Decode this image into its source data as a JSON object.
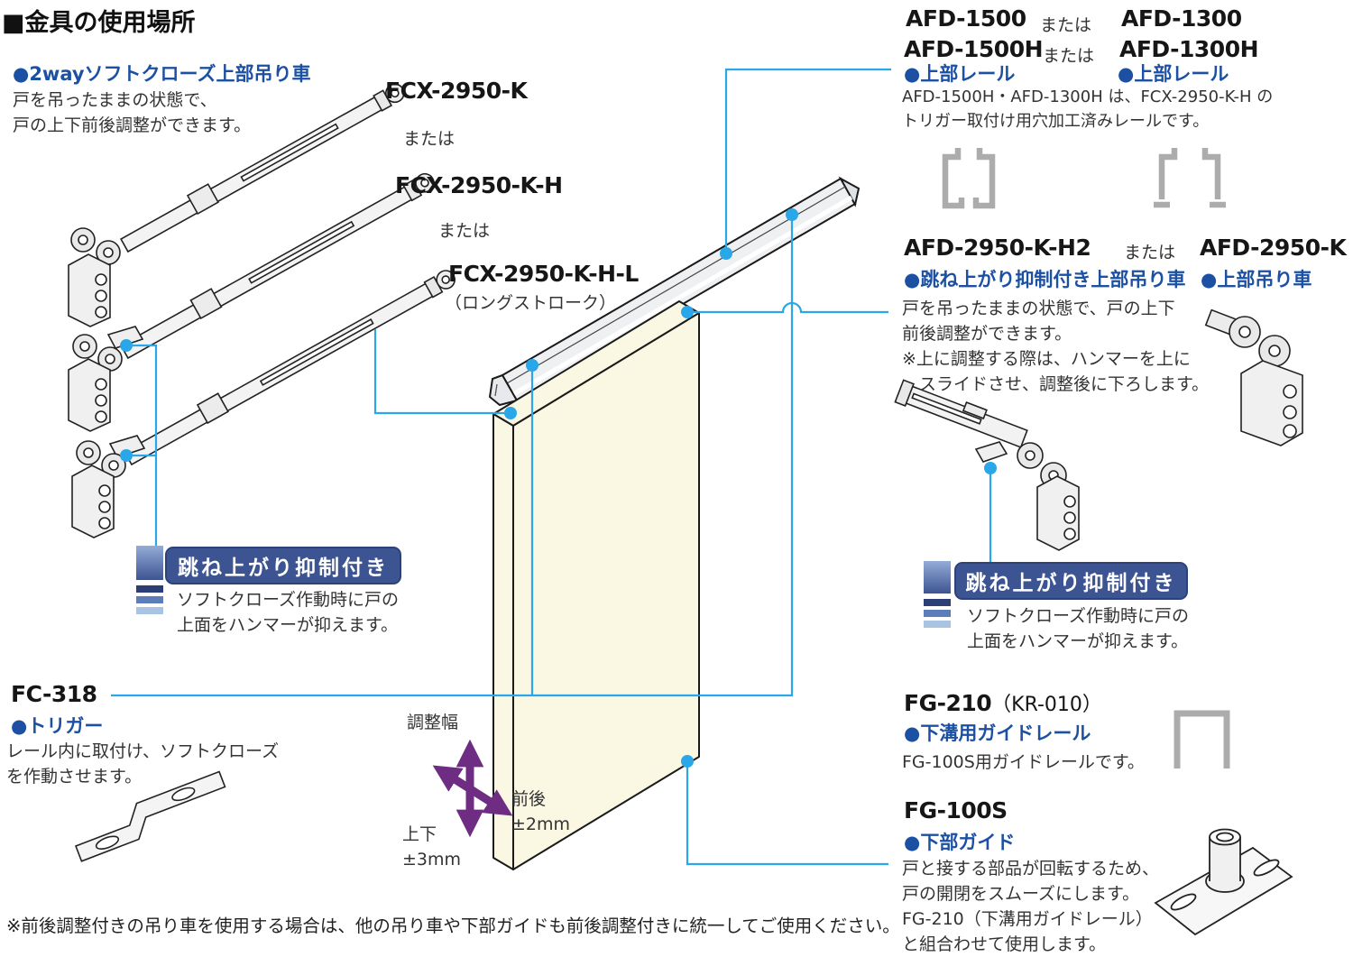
{
  "header": {
    "title": "■金具の使用場所"
  },
  "fcx": {
    "section_label": "●2wayソフトクローズ上部吊り車",
    "desc": [
      "戸を吊ったままの状態で、",
      "戸の上下前後調整ができます。"
    ],
    "or": "または",
    "products": [
      "FCX-2950-K",
      "FCX-2950-K-H",
      "FCX-2950-K-H-L"
    ],
    "long_stroke": "（ロングストローク）"
  },
  "afd_rails": {
    "row1": {
      "a": "AFD-1500",
      "or": "または",
      "b": "AFD-1300"
    },
    "row2": {
      "a": "AFD-1500H",
      "or": "または",
      "b": "AFD-1300H"
    },
    "label_a": "●上部レール",
    "label_b": "●上部レール",
    "desc": [
      "AFD-1500H・AFD-1300H は、FCX-2950-K-H の",
      "トリガー取付け用穴加工済みレールです。"
    ]
  },
  "afd_hangers": {
    "a": "AFD-2950-K-H2",
    "or": "または",
    "b": "AFD-2950-K",
    "label_a": "●跳ね上がり抑制付き上部吊り車",
    "label_b": "●上部吊り車",
    "desc": [
      "戸を吊ったままの状態で、戸の上下",
      "前後調整ができます。",
      "※上に調整する際は、ハンマーを上に",
      "スライドさせ、調整後に下ろします。"
    ]
  },
  "badge": {
    "label": "跳ね上がり抑制付き",
    "desc": [
      "ソフトクローズ作動時に戸の",
      "上面をハンマーが抑えます。"
    ]
  },
  "fc318": {
    "code": "FC-318",
    "label": "●トリガー",
    "desc": [
      "レール内に取付け、ソフトクローズ",
      "を作動させます。"
    ]
  },
  "adjust": {
    "title": "調整幅",
    "front_back": "前後",
    "front_back_value": "±2mm",
    "up_down": "上下",
    "up_down_value": "±3mm"
  },
  "fg210": {
    "code": "FG-210",
    "code_sub": "（KR-010）",
    "label": "●下溝用ガイドレール",
    "desc": "FG-100S用ガイドレールです。"
  },
  "fg100s": {
    "code": "FG-100S",
    "label": "●下部ガイド",
    "desc": [
      "戸と接する部品が回転するため、",
      "戸の開閉をスムーズにします。",
      "FG-210（下溝用ガイドレール）",
      "と組合わせて使用します。"
    ]
  },
  "footnote": "※前後調整付きの吊り車を使用する場合は、他の吊り車や下部ガイドも前後調整付きに統一してご使用ください。",
  "colors": {
    "accent_blue": "#1C50A2",
    "callout_blue": "#2AA7E8",
    "badge_navy": "#3D5493",
    "arrow_purple": "#6F2C83",
    "door_cream": "#FAF7E3",
    "metal_gray": "#ACACAC"
  }
}
